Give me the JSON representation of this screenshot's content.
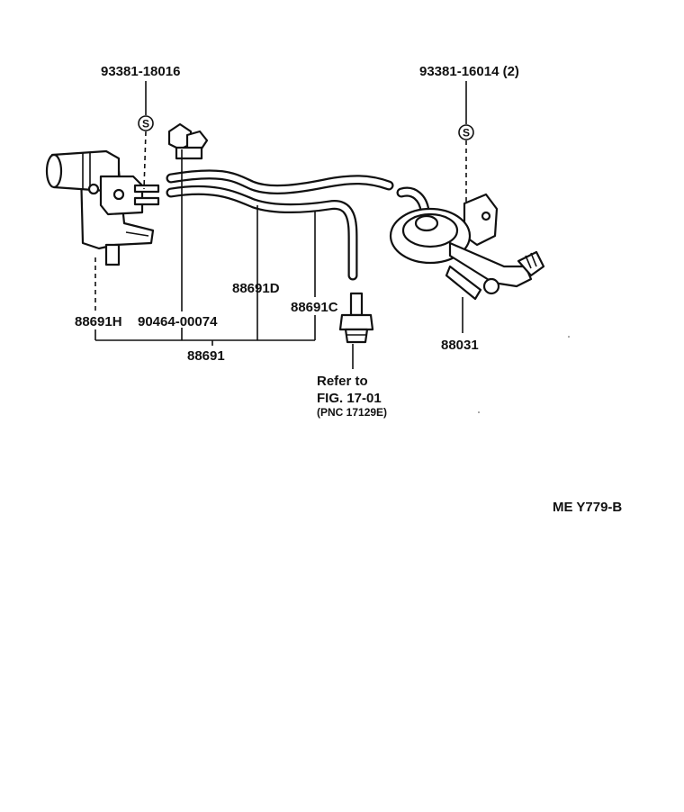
{
  "labels": {
    "bolt_left": "93381-18016",
    "bolt_right": "93381-16014 (2)",
    "hose_d": "88691D",
    "hose_c": "88691C",
    "vsv": "88691H",
    "clamp": "90464-00074",
    "hose_set": "88691",
    "actuator": "88031",
    "refer_line1": "Refer to",
    "refer_line2": "FIG. 17-01",
    "refer_line3": "(PNC 17129E)",
    "figure_code": "ME  Y779-B"
  },
  "symbols": {
    "standard_part_mark": "S"
  },
  "icons": {
    "standard_part": "circled-s-icon"
  }
}
